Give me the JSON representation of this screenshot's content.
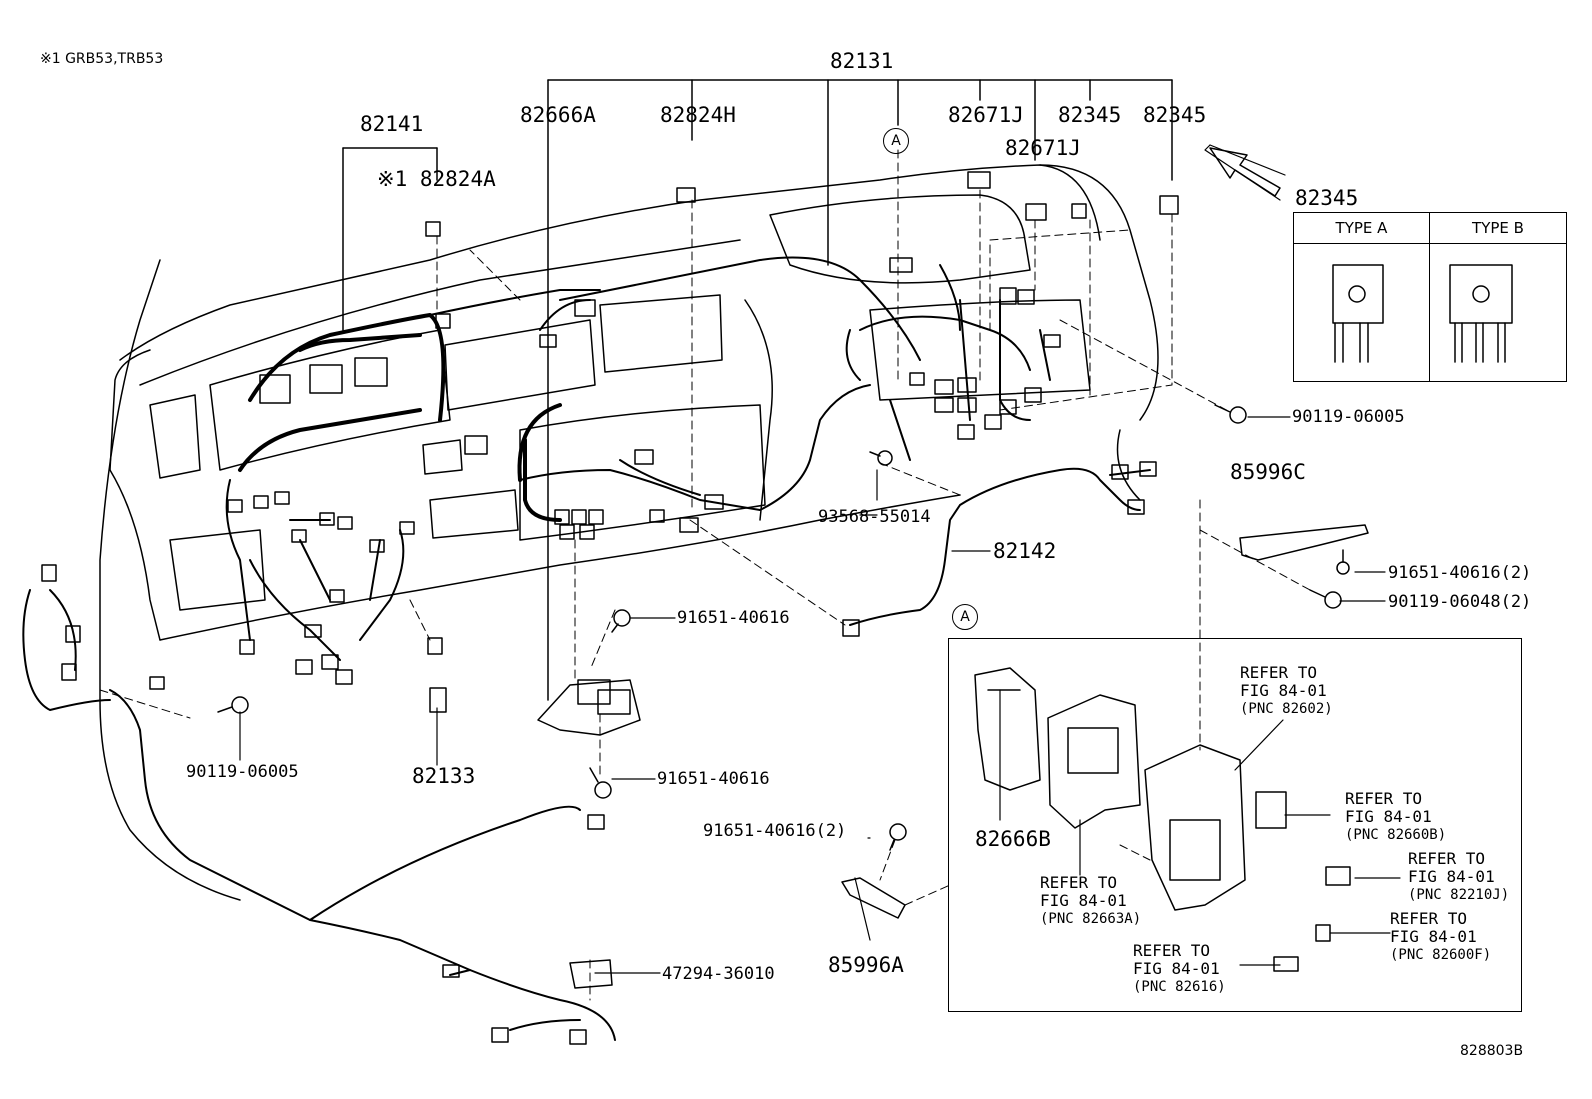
{
  "note": "※1 GRB53,TRB53",
  "figure_code": "828803B",
  "parts": {
    "p82131": "82131",
    "p82141": "82141",
    "p82824A": "※1 82824A",
    "p82666A": "82666A",
    "p82824H": "82824H",
    "p82671J_1": "82671J",
    "p82671J_2": "82671J",
    "p82345_1": "82345",
    "p82345_2": "82345",
    "p82345_3": "82345",
    "p90119_06005_r": "90119-06005",
    "p85996C": "85996C",
    "p93568": "93568-55014",
    "p82142": "82142",
    "p91651_2a": "91651-40616(2)",
    "p90119_06048": "90119-06048(2)",
    "p91651_a": "91651-40616",
    "p91651_b": "91651-40616",
    "p90119_06005_l": "90119-06005",
    "p82133": "82133",
    "p91651_2b": "91651-40616(2)",
    "p85996A": "85996A",
    "p47294": "47294-36010",
    "p82666B": "82666B"
  },
  "circle_markers": [
    "A",
    "A"
  ],
  "type_table": {
    "type_a": "TYPE A",
    "type_b": "TYPE B"
  },
  "refs": [
    {
      "line1": "REFER TO",
      "line2": "FIG 84-01",
      "pnc": "(PNC 82602)"
    },
    {
      "line1": "REFER TO",
      "line2": "FIG 84-01",
      "pnc": "(PNC 82660B)"
    },
    {
      "line1": "REFER TO",
      "line2": "FIG 84-01",
      "pnc": "(PNC 82210J)"
    },
    {
      "line1": "REFER TO",
      "line2": "FIG 84-01",
      "pnc": "(PNC 82600F)"
    },
    {
      "line1": "REFER TO",
      "line2": "FIG 84-01",
      "pnc": "(PNC 82663A)"
    },
    {
      "line1": "REFER TO",
      "line2": "FIG 84-01",
      "pnc": "(PNC 82616)"
    }
  ]
}
